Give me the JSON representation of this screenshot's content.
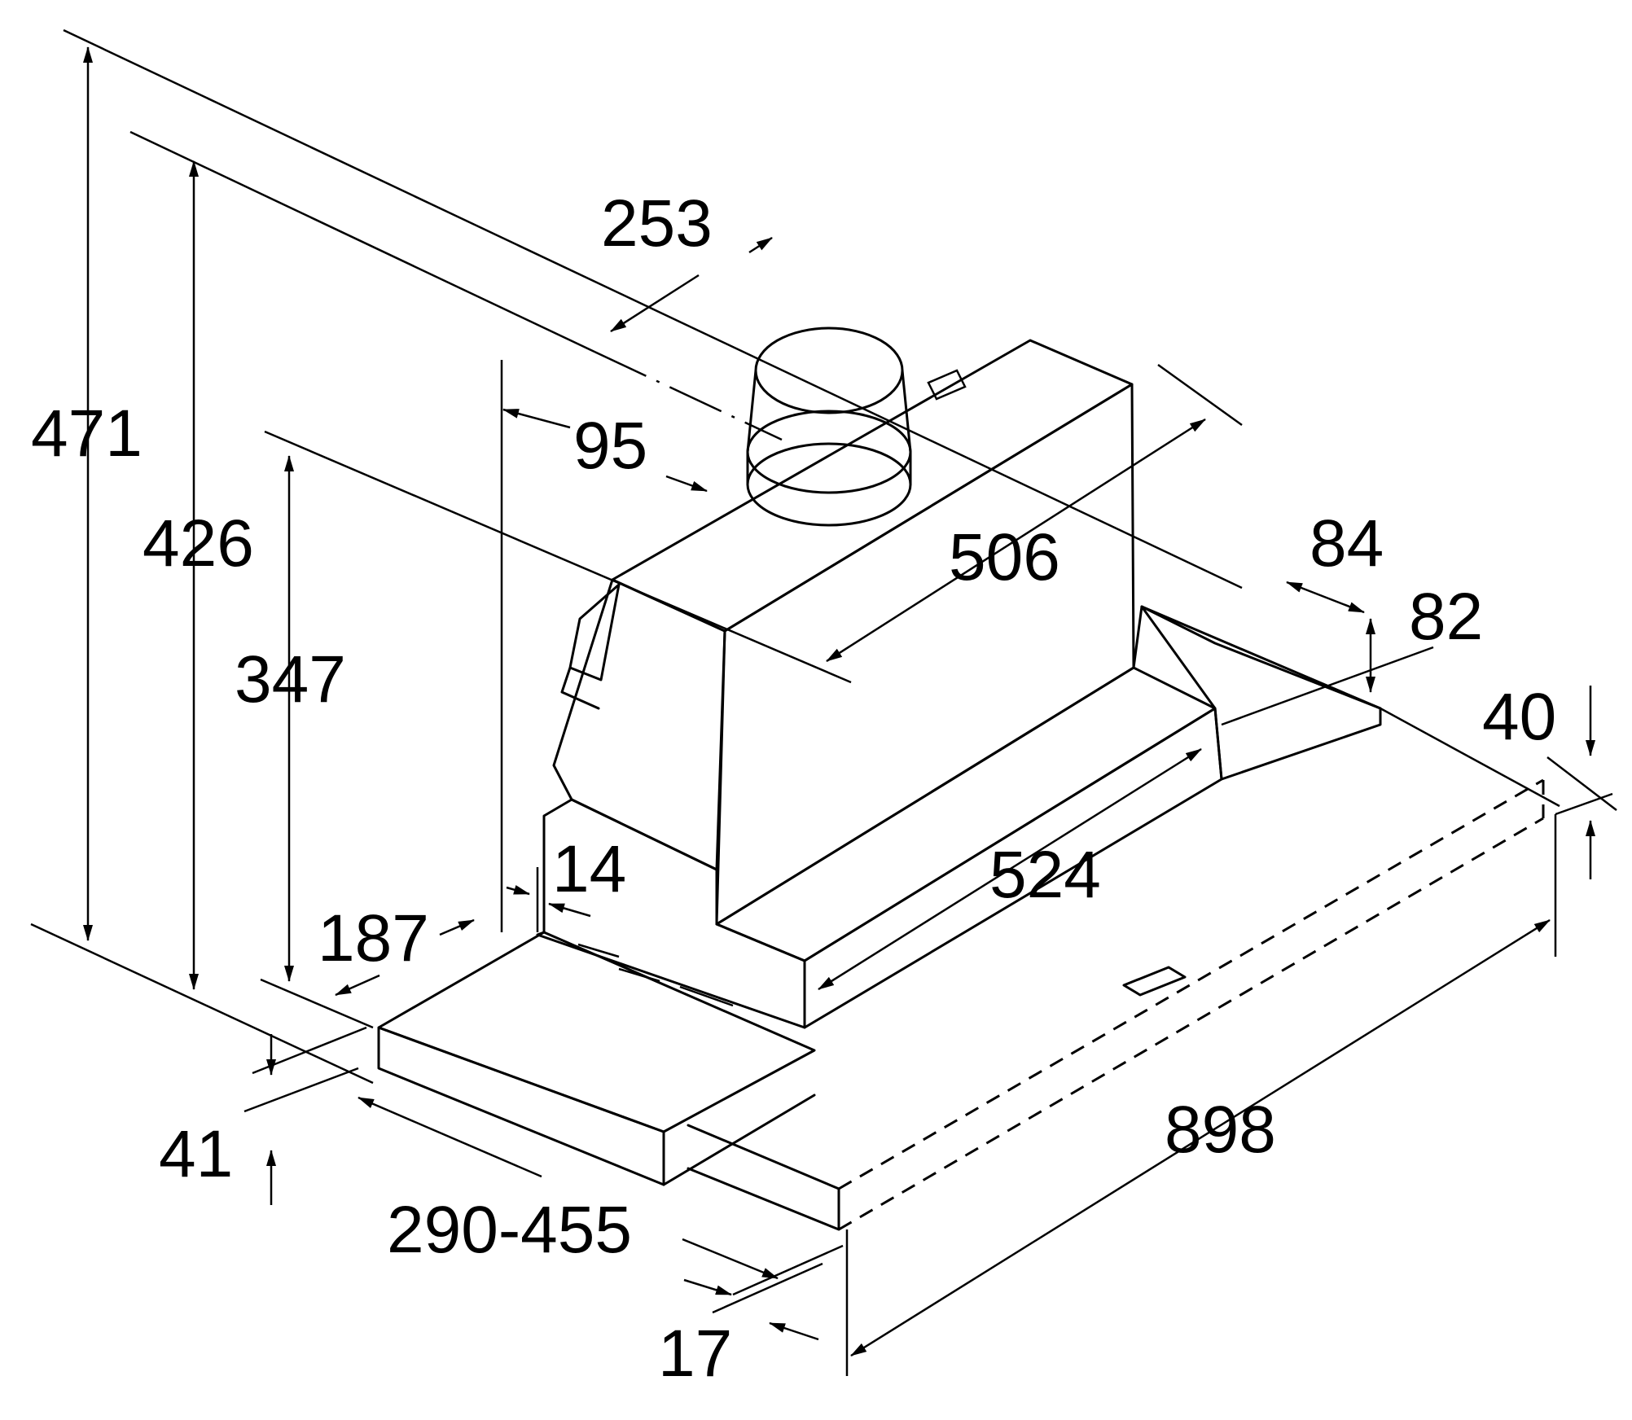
{
  "dimensions": {
    "d471": "471",
    "d426": "426",
    "d347": "347",
    "d253": "253",
    "d95": "95",
    "d506": "506",
    "d84": "84",
    "d82": "82",
    "d40": "40",
    "d14": "14",
    "d187": "187",
    "d524": "524",
    "d41": "41",
    "d290_455": "290-455",
    "d898": "898",
    "d17": "17"
  }
}
